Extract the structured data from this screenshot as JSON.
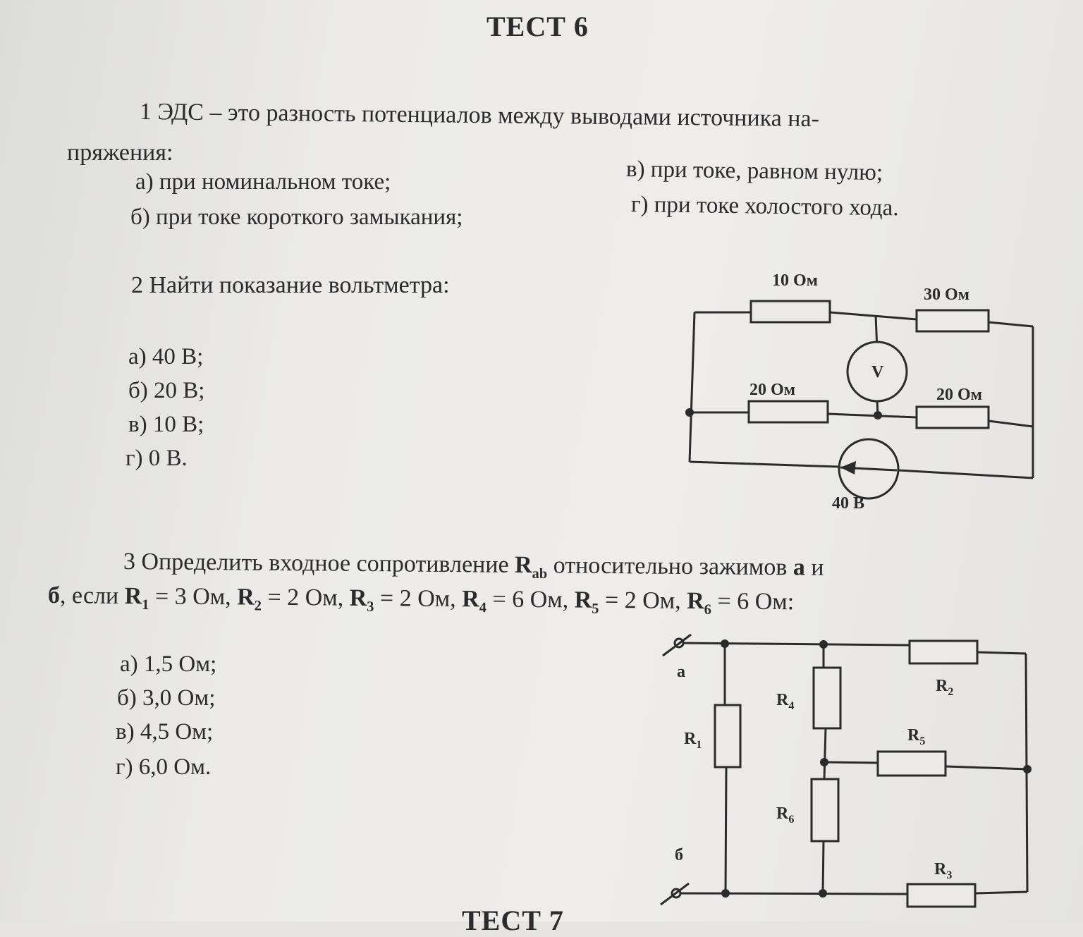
{
  "title": "ТЕСТ 6",
  "q1": {
    "text_line1": "1 ЭДС – это разность потенциалов между выводами источника на-",
    "text_line2": "пряжения:",
    "options": {
      "a": "а) при номинальном токе;",
      "b": "б) при  токе короткого замыкания;",
      "v": "в) при токе, равном нулю;",
      "g": "г) при токе холостого хода."
    }
  },
  "q2": {
    "text": "2 Найти показание вольтметра:",
    "options": [
      "а) 40 В;",
      "б) 20 В;",
      "в) 10 В;",
      "г) 0 В."
    ],
    "circuit": {
      "r_top_left": "10 Ом",
      "r_top_right": "30 Ом",
      "r_mid_left": "20 Ом",
      "r_mid_right": "20 Ом",
      "voltmeter": "V",
      "source": "40 В"
    }
  },
  "q3": {
    "line1_pre": "3 Определить входное сопротивление ",
    "line1_R": "R",
    "line1_sub": "ab",
    "line1_post": " относительно зажимов ",
    "line1_a": "а",
    "line1_end": " и",
    "line2_b": "б",
    "line2_esli": ", если ",
    "line2_values": [
      {
        "sub": "1",
        "val": " = 3 Ом, "
      },
      {
        "sub": "2",
        "val": " = 2 Ом, "
      },
      {
        "sub": "3",
        "val": " = 2 Ом, "
      },
      {
        "sub": "4",
        "val": " = 6 Ом, "
      },
      {
        "sub": "5",
        "val": " = 2 Ом, "
      },
      {
        "sub": "6",
        "val": " = 6 Ом:"
      }
    ],
    "options": [
      "а) 1,5 Ом;",
      "б) 3,0 Ом;",
      "в) 4,5 Ом;",
      "г) 6,0 Ом."
    ],
    "circuit": {
      "terminal_a": "а",
      "terminal_b": "б",
      "R1": "R",
      "R1_sub": "1",
      "R2": "R",
      "R2_sub": "2",
      "R3": "R",
      "R3_sub": "3",
      "R4": "R",
      "R4_sub": "4",
      "R5": "R",
      "R5_sub": "5",
      "R6": "R",
      "R6_sub": "6"
    }
  },
  "footer": "ТЕСТ 7"
}
